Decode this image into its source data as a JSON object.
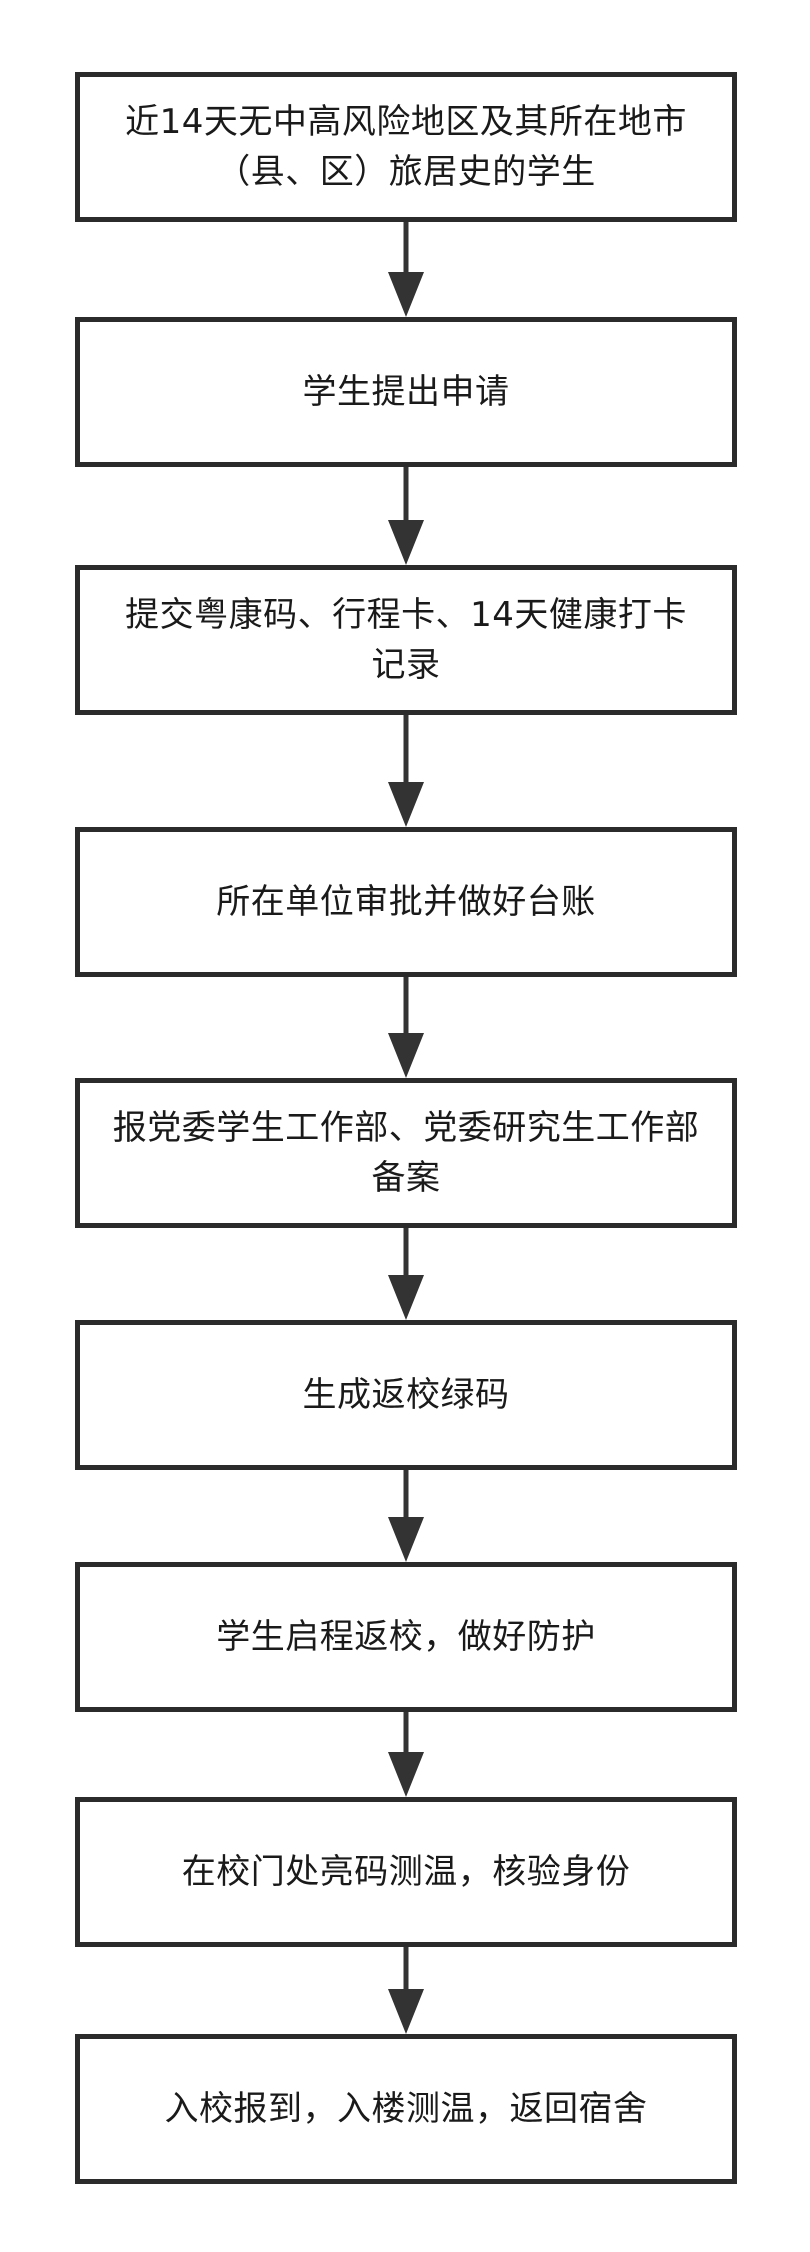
{
  "flowchart": {
    "steps": [
      {
        "text": "近14天无中高风险地区及其所在地市（县、区）旅居史的学生"
      },
      {
        "text": "学生提出申请"
      },
      {
        "text": "提交粤康码、行程卡、14天健康打卡记录"
      },
      {
        "text": "所在单位审批并做好台账"
      },
      {
        "text": "报党委学生工作部、党委研究生工作部备案"
      },
      {
        "text": "生成返校绿码"
      },
      {
        "text": "学生启程返校，做好防护"
      },
      {
        "text": "在校门处亮码测温，核验身份"
      },
      {
        "text": "入校报到，入楼测温，返回宿舍"
      }
    ]
  },
  "colors": {
    "border": "#2b2b2b",
    "arrow": "#333333",
    "text": "#1a1a1a",
    "background": "#ffffff"
  }
}
